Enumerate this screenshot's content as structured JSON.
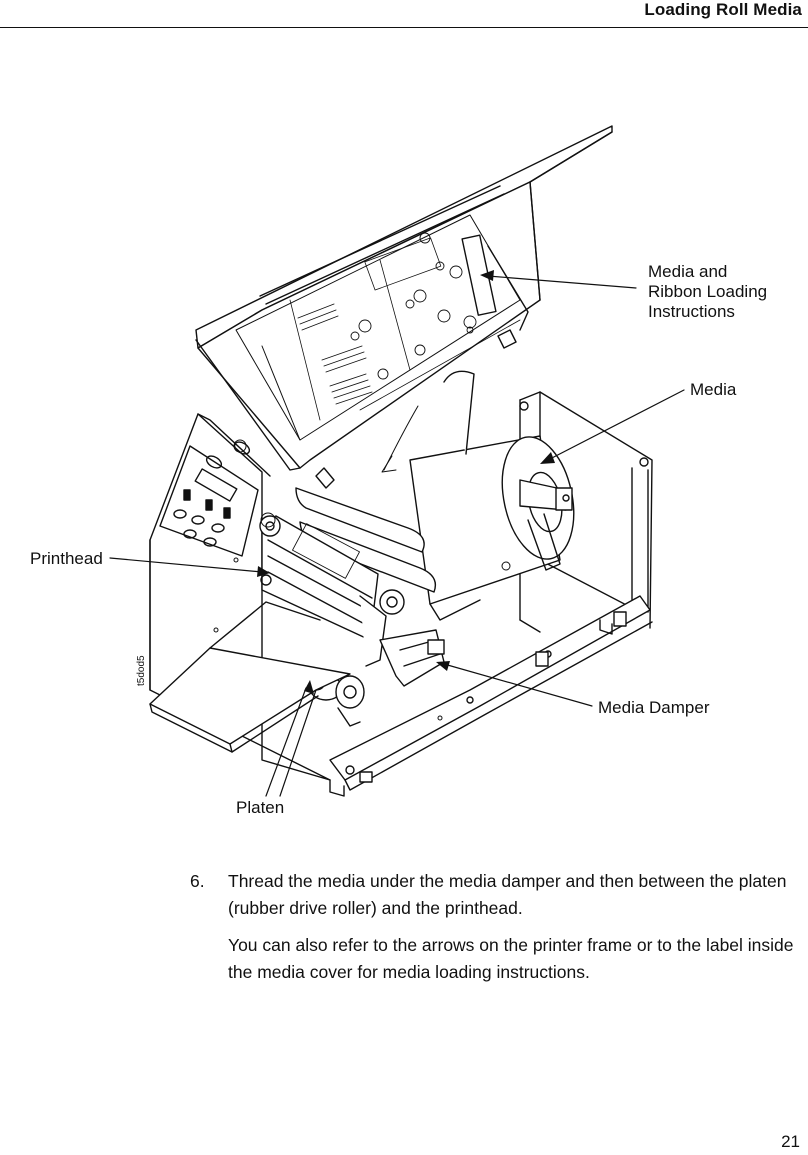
{
  "header": {
    "title": "Loading Roll Media"
  },
  "figure": {
    "id": "t5dod5",
    "callouts": {
      "instructions": "Media and\nRibbon Loading\nInstructions",
      "media": "Media",
      "printhead": "Printhead",
      "media_damper": "Media Damper",
      "platen": "Platen"
    }
  },
  "step": {
    "number": "6.",
    "text": "Thread the media under the media damper and then between the platen (rubber drive roller) and the printhead.",
    "note": "You can also refer to the arrows on the printer frame or to the label inside the media cover for media loading instructions."
  },
  "page": {
    "number": "21"
  }
}
